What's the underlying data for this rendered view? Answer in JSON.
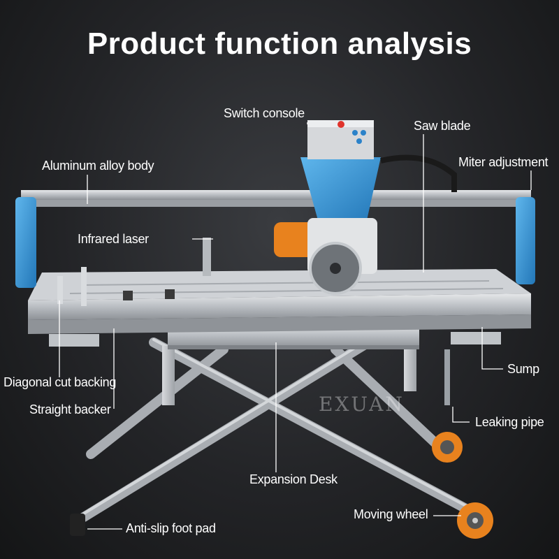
{
  "title": "Product function analysis",
  "labels": {
    "switch_console": "Switch console",
    "saw_blade": "Saw blade",
    "aluminum_body": "Aluminum alloy body",
    "miter_adjustment": "Miter adjustment",
    "infrared_laser": "Infrared laser",
    "diagonal_cut_backing": "Diagonal cut backing",
    "straight_backer": "Straight backer",
    "sump": "Sump",
    "leaking_pipe": "Leaking pipe",
    "expansion_desk": "Expansion Desk",
    "moving_wheel": "Moving wheel",
    "anti_slip_foot_pad": "Anti-slip foot pad"
  },
  "watermark": "EXUAN",
  "colors": {
    "background": "#232427",
    "frame_blue": "#3a9ad9",
    "aluminum": "#c9ccd0",
    "wheel_orange": "#e8821e",
    "leader_line": "#ffffff"
  },
  "icons": [
    "saw-machine-illustration",
    "wheel-icon",
    "foot-pad-icon"
  ]
}
